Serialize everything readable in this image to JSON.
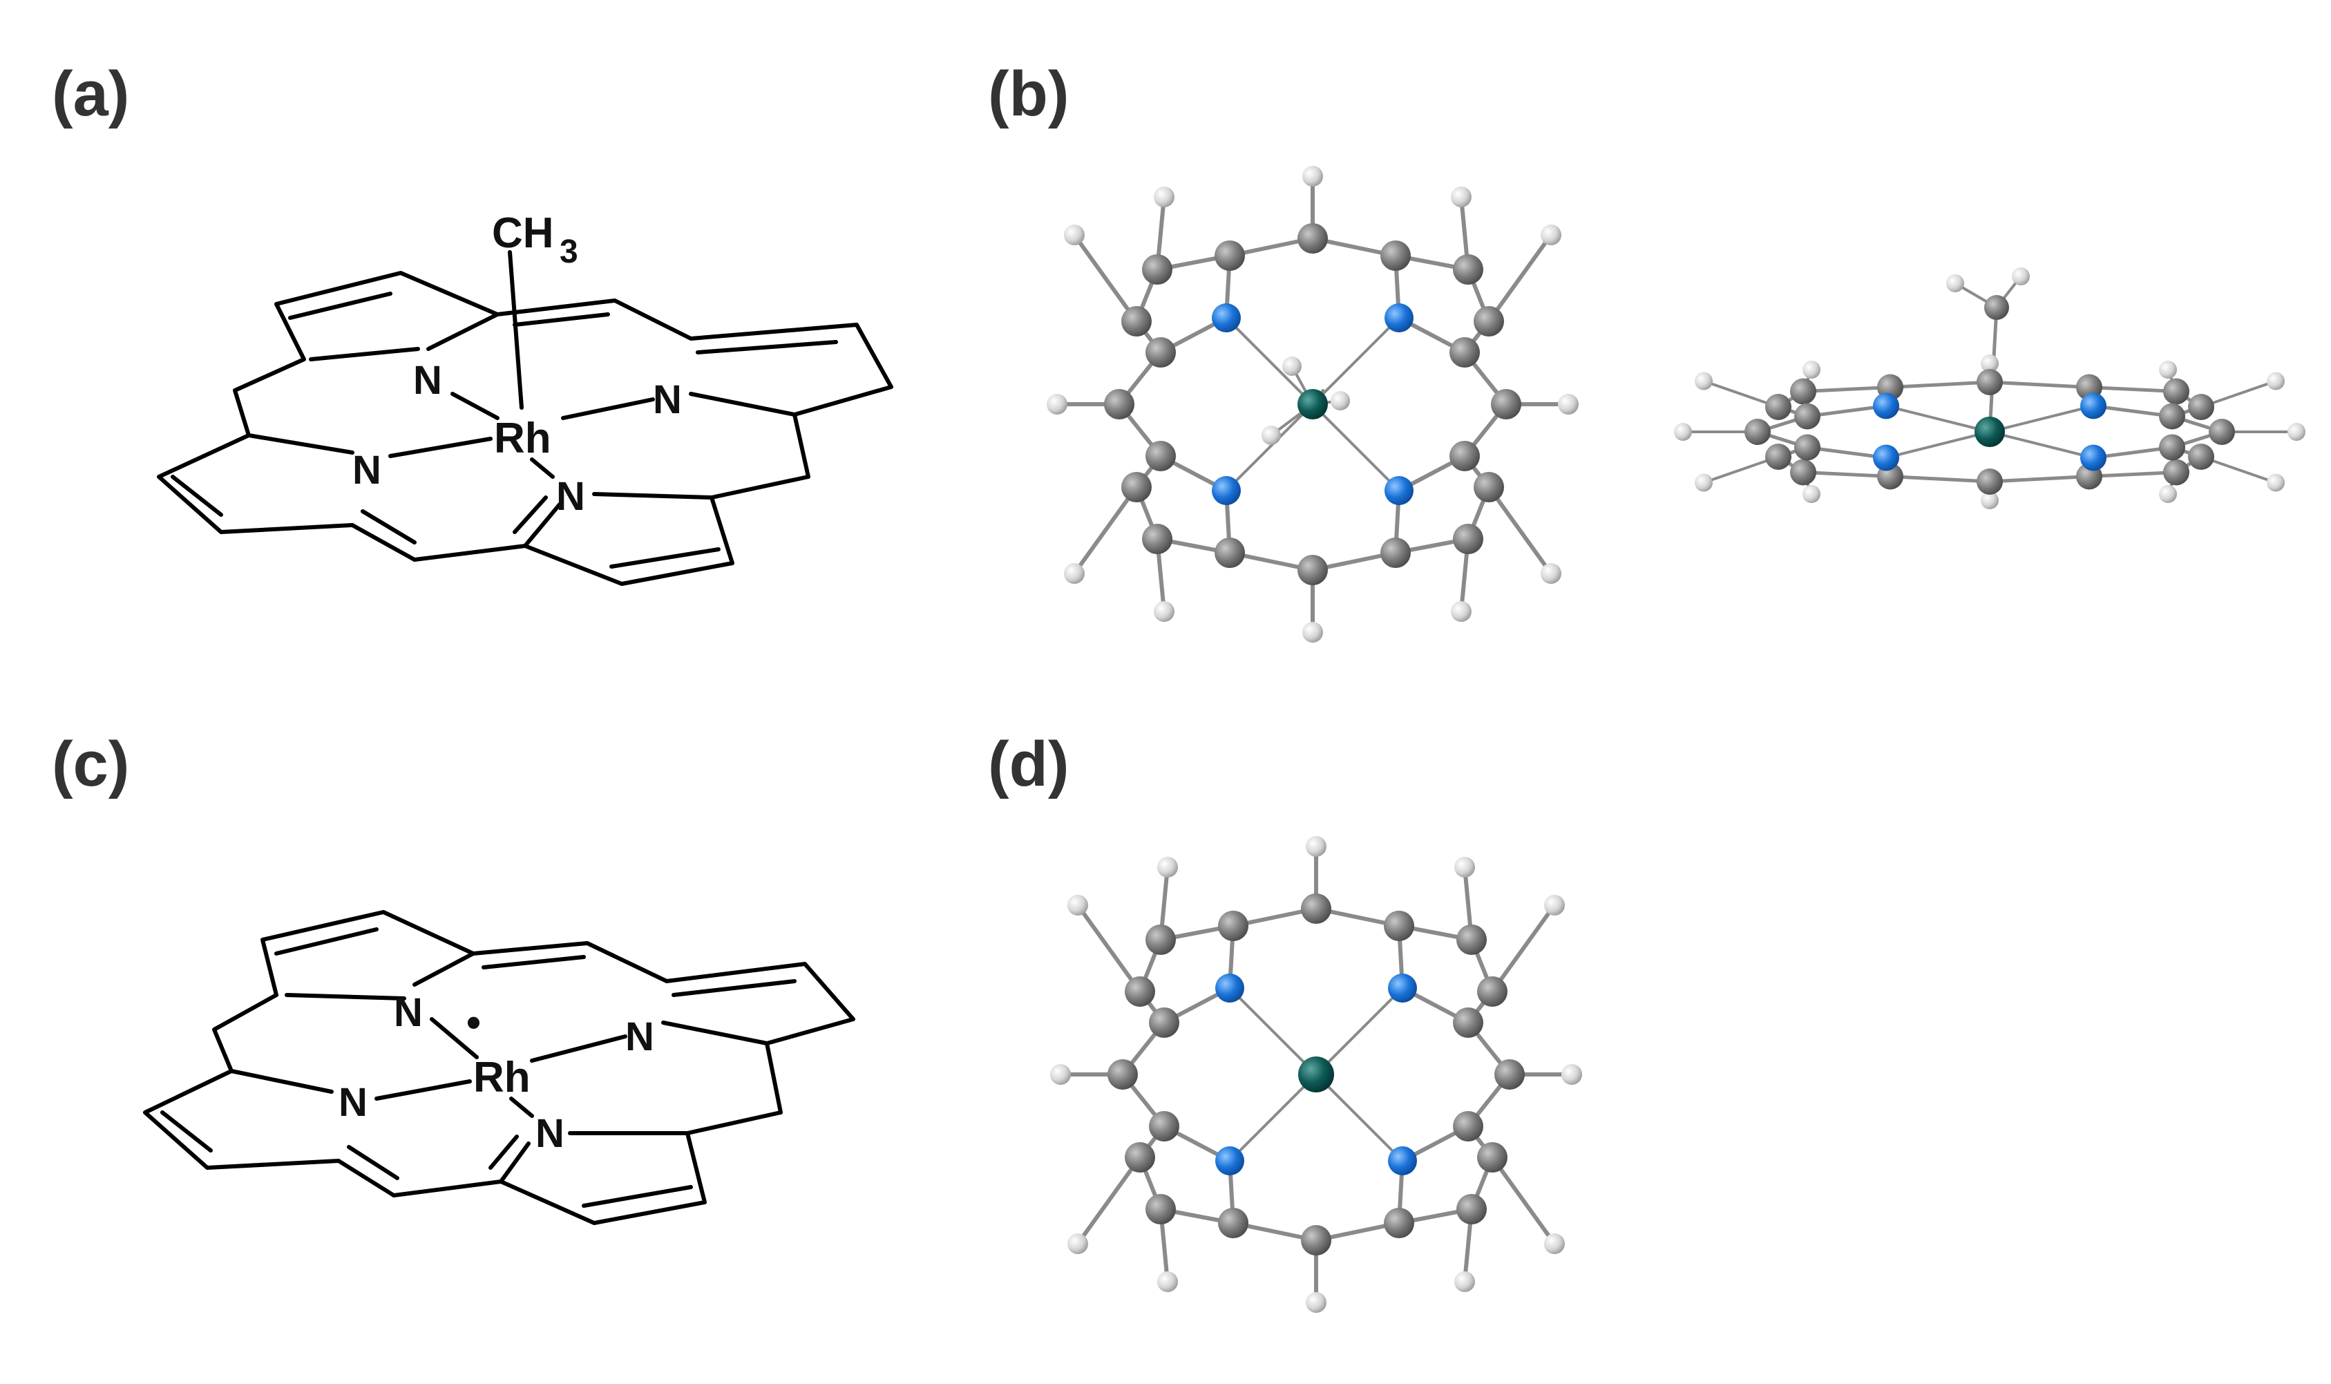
{
  "panels": {
    "a": "(a)",
    "b": "(b)",
    "c": "(c)",
    "d": "(d)"
  },
  "structure_a": {
    "methyl": "CH",
    "methyl_subscript": "3",
    "metal": "Rh",
    "nitrogen": "N"
  },
  "structure_c": {
    "metal": "Rh",
    "nitrogen": "N",
    "radical": "•"
  },
  "colors": {
    "carbon": "#7a7a7a",
    "nitrogen": "#1a73d9",
    "hydrogen": "#d8d8d8",
    "rhodium": "#0d5a55",
    "bond": "#8a8a8a",
    "line": "#000000"
  }
}
